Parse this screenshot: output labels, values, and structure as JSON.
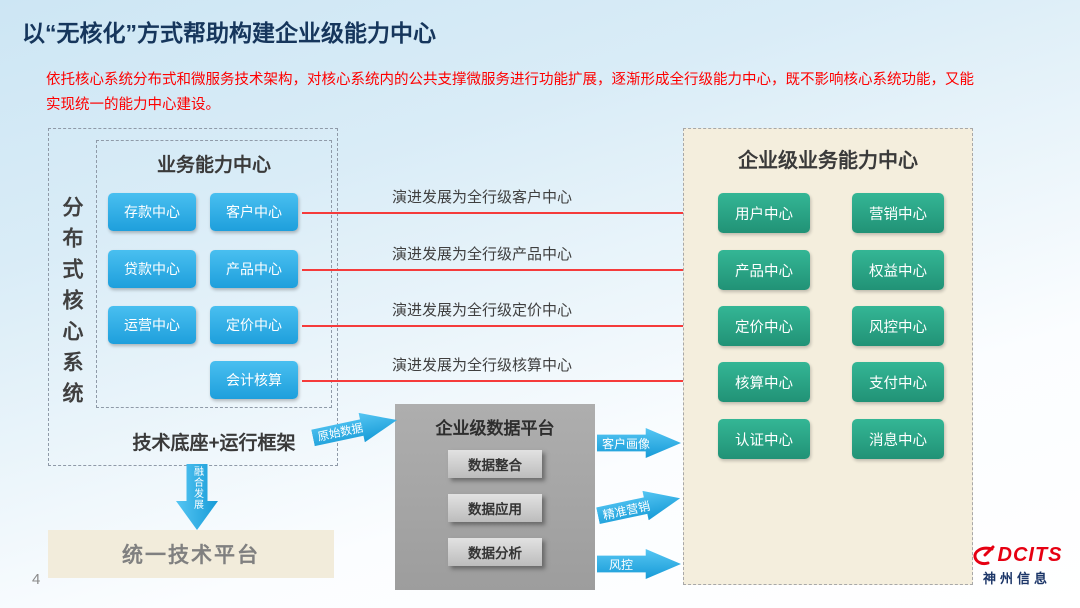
{
  "slide": {
    "title": "以“无核化”方式帮助构建企业级能力中心",
    "subtitle": "依托核心系统分布式和微服务技术架构，对核心系统内的公共支撑微服务进行功能扩展，逐渐形成全行级能力中心，既不影响核心系统功能，又能实现统一的能力中心建设。",
    "page_number": "4"
  },
  "colors": {
    "title_navy": "#16365c",
    "subtitle_red": "#fe0000",
    "blue_button": "#1e9fdc",
    "green_button": "#27a184",
    "arrow_red": "#f53b3b",
    "arrow_blue": "#179bd7",
    "cream_panel": "#f4eedd",
    "gray_panel": "#a5a5a5"
  },
  "core_system": {
    "vertical_label": "分布式核心系统",
    "business_center_title": "业务能力中心",
    "centers": [
      "存款中心",
      "客户中心",
      "贷款中心",
      "产品中心",
      "运营中心",
      "定价中心",
      "会计核算"
    ],
    "tech_base": "技术底座+运行框架"
  },
  "evolution_arrows": [
    "演进发展为全行级客户中心",
    "演进发展为全行级产品中心",
    "演进发展为全行级定价中心",
    "演进发展为全行级核算中心"
  ],
  "enterprise_center": {
    "title": "企业级业务能力中心",
    "centers": [
      "用户中心",
      "营销中心",
      "产品中心",
      "权益中心",
      "定价中心",
      "风控中心",
      "核算中心",
      "支付中心",
      "认证中心",
      "消息中心"
    ]
  },
  "data_platform": {
    "title": "企业级数据平台",
    "modules": [
      "数据整合",
      "数据应用",
      "数据分析"
    ],
    "input_arrow": "原始数据",
    "output_arrows": [
      "客户画像",
      "精准营销",
      "风控"
    ]
  },
  "unified_platform": {
    "label": "统一技术平台",
    "fusion_arrow": "融合发展"
  },
  "footer": {
    "logo_brand": "DCITS",
    "logo_company": "神州信息"
  }
}
